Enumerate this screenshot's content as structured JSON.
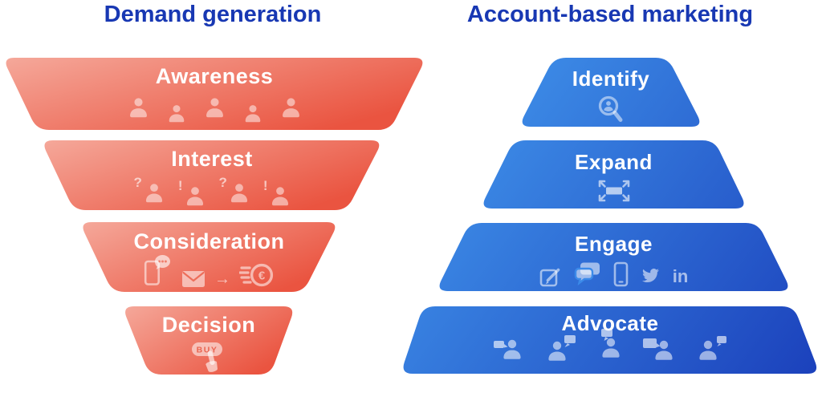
{
  "left_funnel": {
    "title": "Demand generation",
    "stages": [
      {
        "label": "Awareness",
        "icons": [
          "person",
          "person",
          "person",
          "person",
          "person"
        ]
      },
      {
        "label": "Interest",
        "icons": [
          "question-mark-person",
          "exclamation-mark-person",
          "question-mark-person",
          "exclamation-mark-person"
        ]
      },
      {
        "label": "Consideration",
        "icons": [
          "phone-message",
          "envelope",
          "arrow-right",
          "euro-coin"
        ]
      },
      {
        "label": "Decision",
        "icons": [
          "buy-button-click"
        ]
      }
    ]
  },
  "right_pyramid": {
    "title": "Account-based marketing",
    "stages": [
      {
        "label": "Identify",
        "icons": [
          "search-prospect"
        ]
      },
      {
        "label": "Expand",
        "icons": [
          "expand-arrows"
        ]
      },
      {
        "label": "Engage",
        "icons": [
          "compose",
          "chat-bubbles",
          "smartphone",
          "twitter",
          "linkedin"
        ]
      },
      {
        "label": "Advocate",
        "icons": [
          "person-speech-left",
          "person-speech-right",
          "person-speech-top-left",
          "person-speech-left-large",
          "person-speech-right-small"
        ]
      }
    ]
  },
  "glyphs": {
    "question": "?",
    "exclamation": "!",
    "arrow": "→",
    "euro": "€",
    "buy": "BUY",
    "linkedin": "in"
  },
  "colors": {
    "title": "#1838b3",
    "funnel_red_light": "#f5a89a",
    "funnel_red_dark": "#ea5440",
    "pyramid_blue_light": "#47a3f4",
    "pyramid_blue_dark": "#1a3eba",
    "label_text": "#ffffff"
  }
}
